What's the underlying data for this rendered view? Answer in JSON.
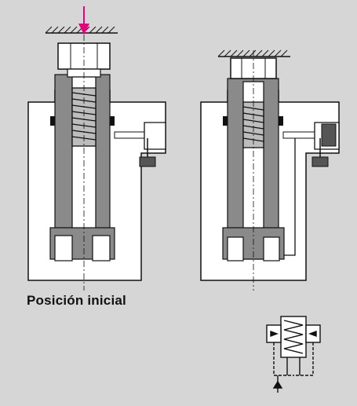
{
  "caption": "Posición inicial",
  "colors": {
    "background": "#d6d6d6",
    "body": "#ffffff",
    "part_dark": "#8a8a8a",
    "outline": "#111111",
    "force_arrow": "#e6007e"
  },
  "icons": {
    "left_assembly": "valve-cross-section",
    "right_assembly": "valve-cross-section",
    "symbol": "hydraulic-valve-symbol"
  }
}
